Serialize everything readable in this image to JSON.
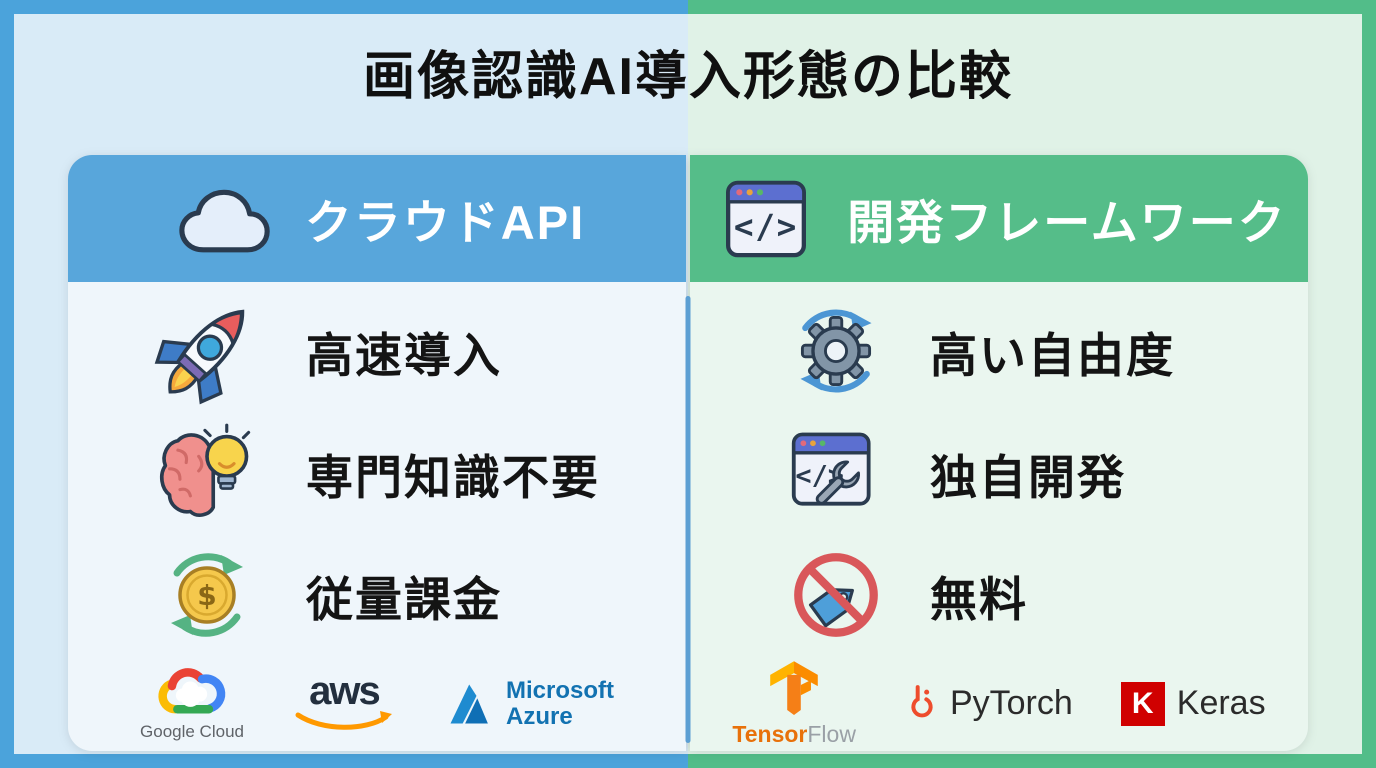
{
  "title": "画像認識AI導入形態の比較",
  "left_column": {
    "header": {
      "label": "クラウドAPI",
      "icon": "cloud-icon"
    },
    "items": [
      {
        "icon": "rocket-icon",
        "label": "高速導入"
      },
      {
        "icon": "brain-idea-icon",
        "label": "専門知識不要"
      },
      {
        "icon": "pay-per-use-icon",
        "label": "従量課金"
      }
    ],
    "logos": {
      "google_cloud": {
        "label": "Google Cloud"
      },
      "aws": {
        "label": "aws"
      },
      "azure": {
        "line1": "Microsoft",
        "line2": "Azure"
      }
    }
  },
  "right_column": {
    "header": {
      "label": "開発フレームワーク",
      "icon": "code-window-icon"
    },
    "items": [
      {
        "icon": "gear-sync-icon",
        "label": "高い自由度"
      },
      {
        "icon": "custom-dev-icon",
        "label": "独自開発"
      },
      {
        "icon": "free-no-price-icon",
        "label": "無料"
      }
    ],
    "logos": {
      "tensorflow": {
        "part1": "Tensor",
        "part2": "Flow"
      },
      "pytorch": {
        "label": "PyTorch"
      },
      "keras": {
        "badge": "K",
        "label": "Keras"
      }
    }
  },
  "colors": {
    "frame_blue": "#4BA3DB",
    "frame_green": "#52BD89",
    "bg_blue": "#D9EBF7",
    "bg_green": "#E0F2E7",
    "header_blue": "#58A6DB",
    "header_green": "#55BD89",
    "panel_blue": "#EFF6FB",
    "panel_green": "#EAF6EF",
    "divider_blue": "#5C9FD3",
    "text_dark": "#141414",
    "aws_orange": "#FF9900",
    "azure_blue": "#1272B1",
    "tensorflow_orange": "#E8710A",
    "pytorch_orange": "#EE4C2C",
    "keras_red": "#D00000"
  }
}
